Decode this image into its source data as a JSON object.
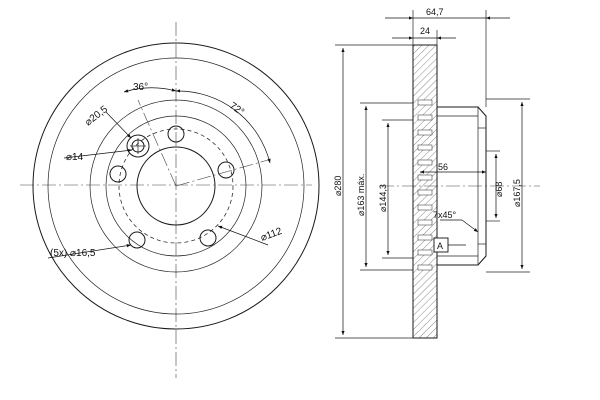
{
  "front_view": {
    "angle_36": "36°",
    "angle_72": "72°",
    "hole_diameter": "⌀20,5",
    "bore_14": "⌀14",
    "bolt_holes": "(5x) ⌀16,5",
    "pcd_112": "⌀112"
  },
  "side_view": {
    "overall_width": "64,7",
    "disc_thickness": "24",
    "outer_diameter": "⌀280",
    "max_diameter": "⌀163 máx.",
    "diameter_144": "⌀144,3",
    "hat_depth": "56",
    "center_bore": "⌀68",
    "hub_diameter": "⌀167,5",
    "chamfer": "7x45°",
    "datum": "A"
  }
}
